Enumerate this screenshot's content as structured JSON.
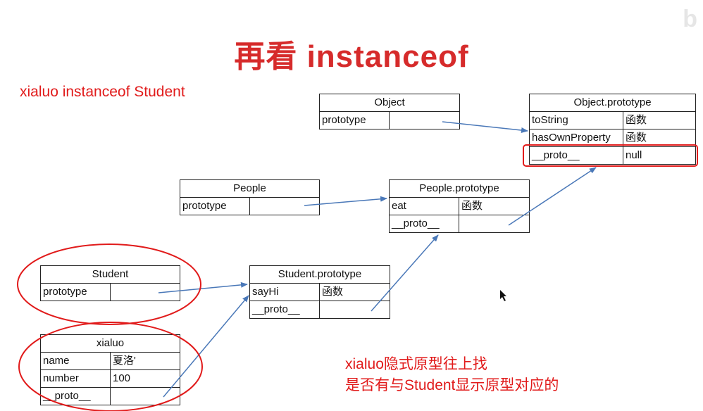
{
  "title": "再看 instanceof",
  "watermark": "b",
  "notes": {
    "top_left": "xialuo instanceof Student",
    "bottom_line1": "xialuo隐式原型往上找",
    "bottom_line2": "是否有与Student显示原型对应的"
  },
  "colors": {
    "title": "#d62b2b",
    "annotation_red": "#e11b1b",
    "arrow": "#4a78b8",
    "box_border": "#222222"
  },
  "boxes": {
    "object": {
      "title": "Object",
      "rows": [
        {
          "key": "prototype",
          "value": ""
        }
      ]
    },
    "object_prototype": {
      "title": "Object.prototype",
      "rows": [
        {
          "key": "toString",
          "value": "函数"
        },
        {
          "key": "hasOwnProperty",
          "value": "函数"
        },
        {
          "key": "__proto__",
          "value": "null"
        }
      ]
    },
    "people": {
      "title": "People",
      "rows": [
        {
          "key": "prototype",
          "value": ""
        }
      ]
    },
    "people_prototype": {
      "title": "People.prototype",
      "rows": [
        {
          "key": "eat",
          "value": "函数"
        },
        {
          "key": "__proto__",
          "value": ""
        }
      ]
    },
    "student": {
      "title": "Student",
      "rows": [
        {
          "key": "prototype",
          "value": ""
        }
      ]
    },
    "student_prototype": {
      "title": "Student.prototype",
      "rows": [
        {
          "key": "sayHi",
          "value": "函数"
        },
        {
          "key": "__proto__",
          "value": ""
        }
      ]
    },
    "xialuo": {
      "title": "xialuo",
      "rows": [
        {
          "key": "name",
          "value": "夏洛'"
        },
        {
          "key": "number",
          "value": "100"
        },
        {
          "key": "__proto__",
          "value": ""
        }
      ]
    }
  }
}
